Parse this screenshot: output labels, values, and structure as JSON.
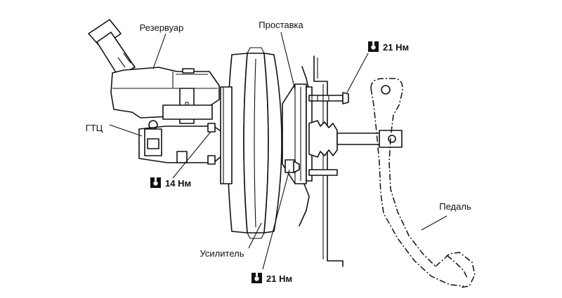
{
  "labels": {
    "reservoir": "Резервуар",
    "spacer": "Проставка",
    "master_cylinder": "ГТЦ",
    "booster": "Усилитель",
    "pedal": "Педаль"
  },
  "torques": {
    "top_right": "21 Нм",
    "left": "14 Нм",
    "bottom": "21 Нм"
  },
  "icons": {
    "torque": "torque-wrench-icon"
  },
  "colors": {
    "line": "#111111",
    "background": "#ffffff"
  }
}
